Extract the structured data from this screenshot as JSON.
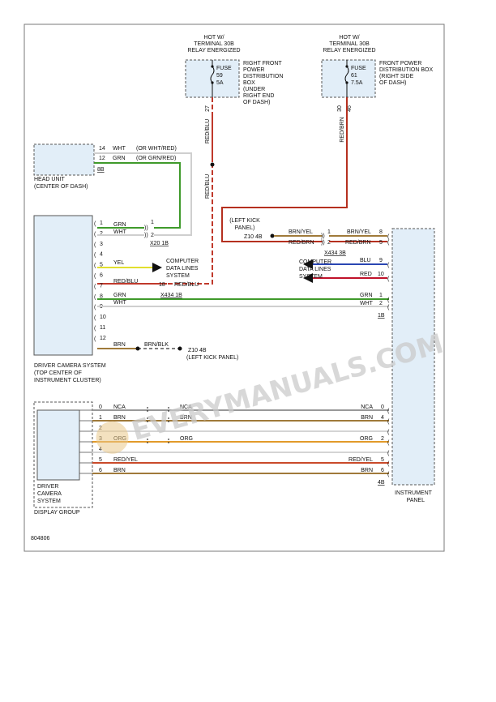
{
  "watermark": "EVERYMANUALS.COM",
  "figure_id": "804806",
  "colors": {
    "frame": "#7a7a7a",
    "component_fill": "#e2eef8",
    "component_edge": "#555555",
    "red_blu": "#c0392b",
    "red_brn": "#b5301f",
    "green": "#3f9a2b",
    "yellow": "#e2df2e",
    "blue": "#2a46b2",
    "red": "#c0122a",
    "brown": "#a07a3a",
    "orange": "#e29a2a"
  },
  "fuse59": {
    "header": [
      "HOT W/",
      "TERMINAL 30B",
      "RELAY ENERGIZED"
    ],
    "fuse": [
      "FUSE",
      "59",
      "5A"
    ],
    "location": [
      "RIGHT FRONT",
      "POWER",
      "DISTRIBUTION",
      "BOX",
      "(UNDER",
      "RIGHT END",
      "OF DASH)"
    ],
    "pin": "27",
    "wire": "RED/BLU"
  },
  "fuse61": {
    "header": [
      "HOT W/",
      "TERMINAL 30B",
      "RELAY ENERGIZED"
    ],
    "fuse": [
      "FUSE",
      "61",
      "7.5A"
    ],
    "location": [
      "FRONT POWER",
      "DISTRIBUTION BOX",
      "(RIGHT SIDE",
      "OF DASH)"
    ],
    "pin": "30",
    "pin2": "46",
    "wire": "RED/BRN"
  },
  "head_unit": {
    "name": [
      "HEAD UNIT",
      "(CENTER OF DASH)"
    ],
    "connector": "8B",
    "pins": [
      {
        "num": "14",
        "wire": "WHT",
        "alt": "(OR WHT/RED)"
      },
      {
        "num": "12",
        "wire": "GRN",
        "alt": "(OR GRN/RED)"
      }
    ]
  },
  "camera": {
    "name": [
      "DRIVER CAMERA SYSTEM",
      "(TOP CENTER OF",
      "INSTRUMENT CLUSTER)"
    ],
    "pins": [
      {
        "num": "1",
        "wire": "GRN"
      },
      {
        "num": "2",
        "wire": "WHT"
      },
      {
        "num": "3",
        "wire": ""
      },
      {
        "num": "4",
        "wire": ""
      },
      {
        "num": "5",
        "wire": "YEL"
      },
      {
        "num": "6",
        "wire": "RED/BLU"
      },
      {
        "num": "7",
        "wire": "GRN"
      },
      {
        "num": "8",
        "wire": "WHT"
      },
      {
        "num": "9",
        "wire": ""
      },
      {
        "num": "10",
        "wire": ""
      },
      {
        "num": "11",
        "wire": ""
      },
      {
        "num": "12",
        "wire": "BRN"
      }
    ],
    "x20": {
      "p1": "1",
      "p2": "2",
      "label": "X20 1B"
    },
    "computer": [
      "COMPUTER",
      "DATA LINES",
      "SYSTEM"
    ],
    "x434_pin": "18",
    "x434_wire": "RED/BLU",
    "x434_label": "X434 1B",
    "gnd_wire": "BRN/BLK",
    "gnd_label": "Z10 4B",
    "gnd_loc": "(LEFT KICK PANEL)"
  },
  "kick": {
    "loc": [
      "(LEFT KICK",
      "PANEL)"
    ],
    "ground": "Z10 4B",
    "rows": [
      {
        "lw": "BRN/YEL",
        "num": "1",
        "rw": "BRN/YEL",
        "ip": "8"
      },
      {
        "lw": "RED/BRN",
        "num": "2",
        "rw": "RED/BRN",
        "ip": "5"
      }
    ],
    "label": "X434 3B"
  },
  "ip": {
    "name": [
      "INSTRUMENT",
      "PANEL"
    ],
    "computer": [
      "COMPUTER",
      "DATA LINES",
      "SYSTEM"
    ],
    "data": [
      {
        "wire": "BLU",
        "pin": "9"
      },
      {
        "wire": "RED",
        "pin": "10"
      }
    ],
    "wires": [
      {
        "wire": "GRN",
        "pin": "1"
      },
      {
        "wire": "WHT",
        "pin": "2"
      }
    ],
    "connector_1b": "1B",
    "connector_4b": "4B"
  },
  "display": {
    "name": [
      "DRIVER",
      "CAMERA",
      "SYSTEM"
    ],
    "group": "DISPLAY GROUP",
    "rows": [
      {
        "num": "0",
        "lw": "NCA",
        "mw": "NCA",
        "rw": "NCA",
        "ip": "0"
      },
      {
        "num": "1",
        "lw": "BRN",
        "mw": "BRN",
        "rw": "BRN",
        "ip": "4"
      },
      {
        "num": "2",
        "lw": "",
        "mw": "",
        "rw": "",
        "ip": ""
      },
      {
        "num": "3",
        "lw": "ORG",
        "mw": "ORG",
        "rw": "ORG",
        "ip": "2"
      },
      {
        "num": "4",
        "lw": "",
        "mw": "",
        "rw": "",
        "ip": ""
      },
      {
        "num": "5",
        "lw": "RED/YEL",
        "mw": "",
        "rw": "RED/YEL",
        "ip": "5"
      },
      {
        "num": "6",
        "lw": "BRN",
        "mw": "",
        "rw": "BRN",
        "ip": "6"
      }
    ]
  }
}
